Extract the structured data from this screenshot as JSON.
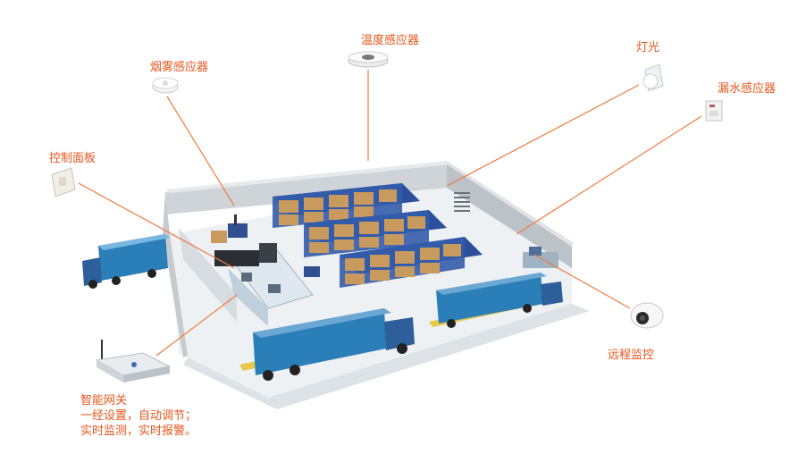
{
  "colors": {
    "accent": "#e8551c",
    "line": "#f07a3a",
    "wall": "#cfd4d8",
    "floor": "#eef1f3",
    "rack": "#2a4f9c",
    "box": "#c89a5e",
    "truck": "#2b7fb8",
    "cab": "#2d5f9a"
  },
  "labels": {
    "smoke": "烟雾感应器",
    "temperature": "温度感应器",
    "light": "灯光",
    "water": "漏水感应器",
    "panel": "控制面板",
    "camera": "远程监控",
    "gateway": {
      "title": "智能网关",
      "line1": "一经设置，自动调节；",
      "line2": "实时监测，实时报警。"
    }
  },
  "icons": [
    "smoke-detector-icon",
    "temperature-sensor-icon",
    "light-bulb-icon",
    "water-sensor-icon",
    "control-panel-icon",
    "camera-icon",
    "gateway-router-icon"
  ]
}
